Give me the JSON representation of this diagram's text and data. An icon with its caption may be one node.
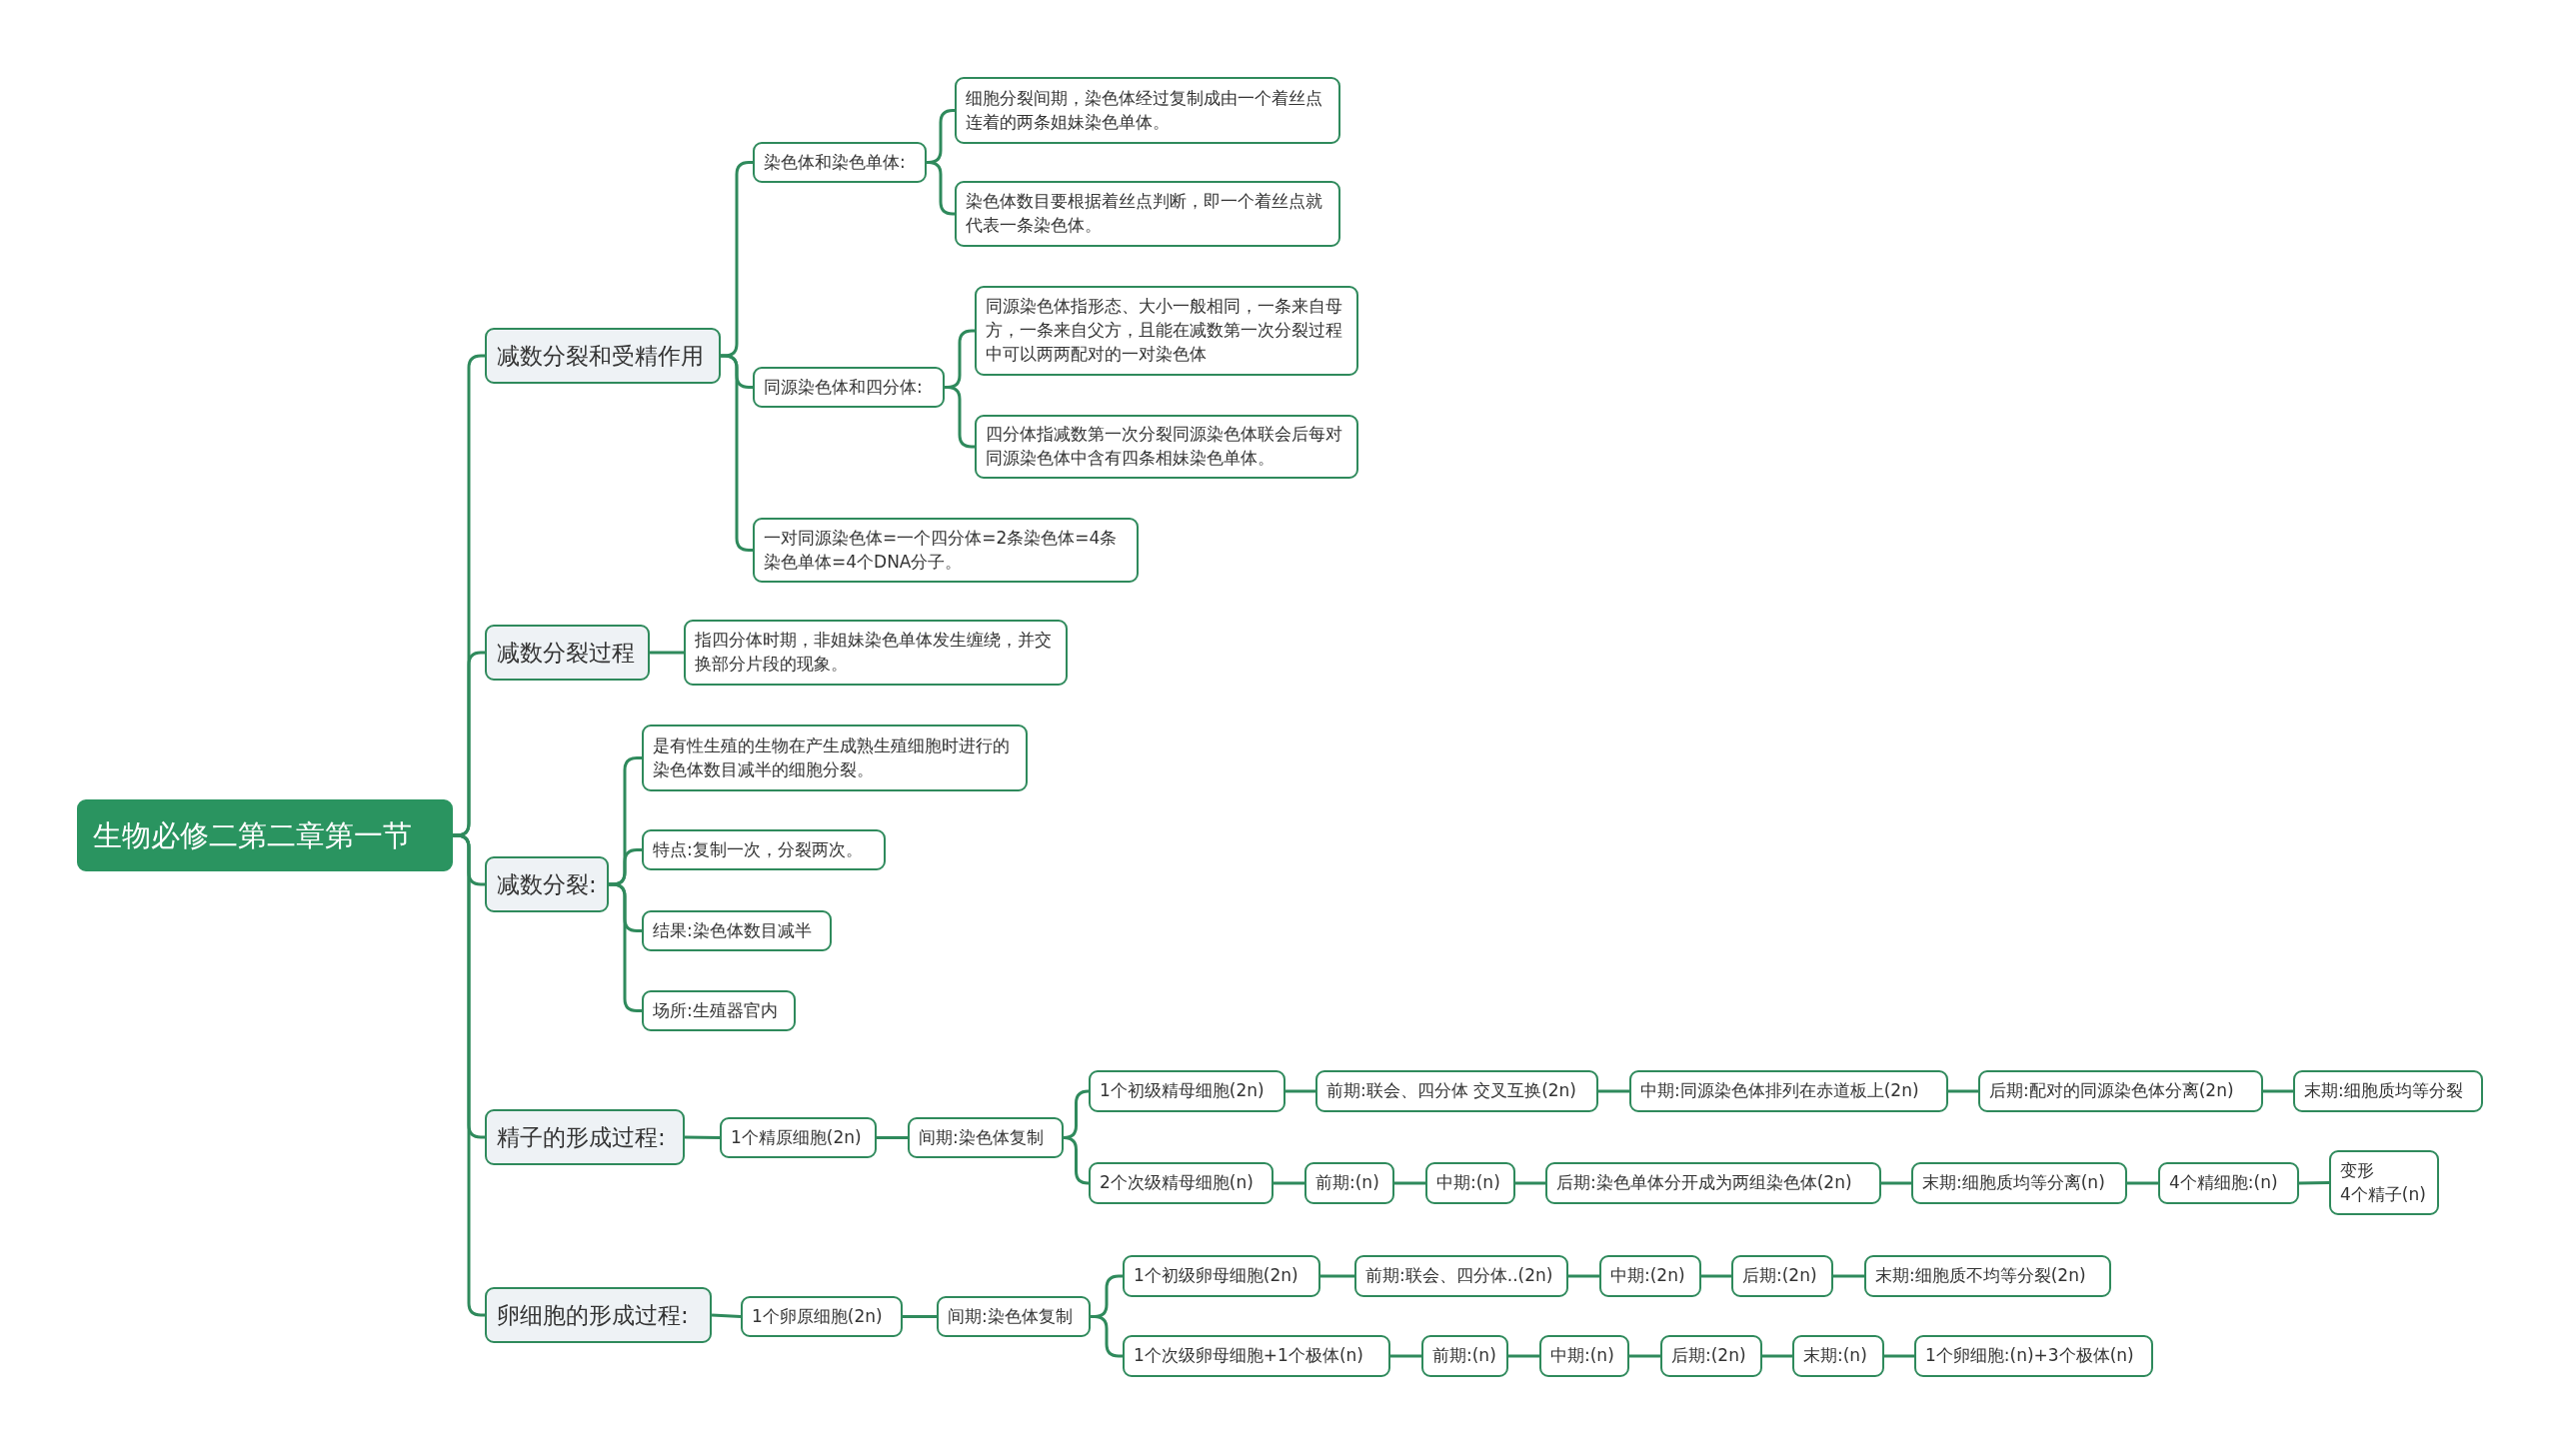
{
  "diagram": {
    "nodes": [
      {
        "text": [
          "生物必修二第二章第一节"
        ]
      },
      {
        "text": [
          "减数分裂和受精作用"
        ]
      },
      {
        "text": [
          "染色体和染色单体:"
        ]
      },
      {
        "text": [
          "细胞分裂间期，染色体经过复制成由一个着丝点连着的两条姐妹染色单体。"
        ]
      },
      {
        "text": [
          "染色体数目要根据着丝点判断，即一个着丝点就代表一条染色体。"
        ]
      },
      {
        "text": [
          "同源染色体和四分体:"
        ]
      },
      {
        "text": [
          "同源染色体指形态、大小一般相同，一条来自母方，一条来自父方，且能在减数第一次分裂过程中可以两两配对的一对染色体"
        ]
      },
      {
        "text": [
          "四分体指减数第一次分裂同源染色体联会后每对同源染色体中含有四条相妹染色单体。"
        ]
      },
      {
        "text": [
          "一对同源染色体=一个四分体=2条染色体=4条染色单体=4个DNA分子。"
        ]
      },
      {
        "text": [
          "减数分裂过程"
        ]
      },
      {
        "text": [
          "指四分体时期，非姐妹染色单体发生缠绕，并交换部分片段的现象。"
        ]
      },
      {
        "text": [
          "减数分裂:"
        ]
      },
      {
        "text": [
          "是有性生殖的生物在产生成熟生殖细胞时进行的染色体数目减半的细胞分裂。"
        ]
      },
      {
        "text": [
          "特点:复制一次，分裂两次。"
        ]
      },
      {
        "text": [
          "结果:染色体数目减半"
        ]
      },
      {
        "text": [
          "场所:生殖器官内"
        ]
      },
      {
        "text": [
          "精子的形成过程:"
        ]
      },
      {
        "text": [
          "1个精原细胞(2n)"
        ]
      },
      {
        "text": [
          "间期:染色体复制"
        ]
      },
      {
        "text": [
          "1个初级精母细胞(2n)"
        ]
      },
      {
        "text": [
          "前期:联会、四分体 交叉互换(2n)"
        ]
      },
      {
        "text": [
          "中期:同源染色体排列在赤道板上(2n)"
        ]
      },
      {
        "text": [
          "后期:配对的同源染色体分离(2n)"
        ]
      },
      {
        "text": [
          "末期:细胞质均等分裂"
        ]
      },
      {
        "text": [
          "2个次级精母细胞(n)"
        ]
      },
      {
        "text": [
          "前期:(n)"
        ]
      },
      {
        "text": [
          "中期:(n)"
        ]
      },
      {
        "text": [
          "后期:染色单体分开成为两组染色体(2n)"
        ]
      },
      {
        "text": [
          "末期:细胞质均等分离(n)"
        ]
      },
      {
        "text": [
          "4个精细胞:(n)"
        ]
      },
      {
        "text": [
          "变形",
          "4个精子(n)"
        ]
      },
      {
        "text": [
          "卵细胞的形成过程:"
        ]
      },
      {
        "text": [
          "1个卵原细胞(2n)"
        ]
      },
      {
        "text": [
          "间期:染色体复制"
        ]
      },
      {
        "text": [
          "1个初级卵母细胞(2n)"
        ]
      },
      {
        "text": [
          "前期:联会、四分体..(2n)"
        ]
      },
      {
        "text": [
          "中期:(2n)"
        ]
      },
      {
        "text": [
          "后期:(2n)"
        ]
      },
      {
        "text": [
          "末期:细胞质不均等分裂(2n)"
        ]
      },
      {
        "text": [
          "1个次级卵母细胞+1个极体(n)"
        ]
      },
      {
        "text": [
          "前期:(n)"
        ]
      },
      {
        "text": [
          "中期:(n)"
        ]
      },
      {
        "text": [
          "后期:(2n)"
        ]
      },
      {
        "text": [
          "末期:(n)"
        ]
      },
      {
        "text": [
          "1个卵细胞:(n)+3个极体(n)"
        ]
      }
    ],
    "edges": [
      {
        "from": 0,
        "to": 1,
        "arrow": "none"
      },
      {
        "from": 0,
        "to": 9,
        "arrow": "none"
      },
      {
        "from": 0,
        "to": 11,
        "arrow": "none"
      },
      {
        "from": 0,
        "to": 16,
        "arrow": "none"
      },
      {
        "from": 0,
        "to": 31,
        "arrow": "none"
      },
      {
        "from": 1,
        "to": 2,
        "arrow": "none"
      },
      {
        "from": 1,
        "to": 5,
        "arrow": "none"
      },
      {
        "from": 1,
        "to": 8,
        "arrow": "none"
      },
      {
        "from": 2,
        "to": 3,
        "arrow": "none"
      },
      {
        "from": 2,
        "to": 4,
        "arrow": "none"
      },
      {
        "from": 5,
        "to": 6,
        "arrow": "none"
      },
      {
        "from": 5,
        "to": 7,
        "arrow": "none"
      },
      {
        "from": 9,
        "to": 10,
        "arrow": "none"
      },
      {
        "from": 11,
        "to": 12,
        "arrow": "none"
      },
      {
        "from": 11,
        "to": 13,
        "arrow": "none"
      },
      {
        "from": 11,
        "to": 14,
        "arrow": "none"
      },
      {
        "from": 11,
        "to": 15,
        "arrow": "none"
      },
      {
        "from": 16,
        "to": 17,
        "arrow": "none"
      },
      {
        "from": 17,
        "to": 18,
        "arrow": "none"
      },
      {
        "from": 18,
        "to": 19,
        "arrow": "none"
      },
      {
        "from": 18,
        "to": 24,
        "arrow": "none"
      },
      {
        "from": 19,
        "to": 20,
        "arrow": "none"
      },
      {
        "from": 20,
        "to": 21,
        "arrow": "none"
      },
      {
        "from": 21,
        "to": 22,
        "arrow": "none"
      },
      {
        "from": 22,
        "to": 23,
        "arrow": "none"
      },
      {
        "from": 24,
        "to": 25,
        "arrow": "none"
      },
      {
        "from": 25,
        "to": 26,
        "arrow": "none"
      },
      {
        "from": 26,
        "to": 27,
        "arrow": "none"
      },
      {
        "from": 27,
        "to": 28,
        "arrow": "none"
      },
      {
        "from": 28,
        "to": 29,
        "arrow": "none"
      },
      {
        "from": 29,
        "to": 30,
        "arrow": "none"
      },
      {
        "from": 31,
        "to": 32,
        "arrow": "none"
      },
      {
        "from": 32,
        "to": 33,
        "arrow": "none"
      },
      {
        "from": 33,
        "to": 34,
        "arrow": "none"
      },
      {
        "from": 33,
        "to": 39,
        "arrow": "none"
      },
      {
        "from": 34,
        "to": 35,
        "arrow": "none"
      },
      {
        "from": 35,
        "to": 36,
        "arrow": "none"
      },
      {
        "from": 36,
        "to": 37,
        "arrow": "none"
      },
      {
        "from": 37,
        "to": 38,
        "arrow": "none"
      },
      {
        "from": 39,
        "to": 40,
        "arrow": "none"
      },
      {
        "from": 40,
        "to": 41,
        "arrow": "none"
      },
      {
        "from": 41,
        "to": 42,
        "arrow": "none"
      },
      {
        "from": 42,
        "to": 43,
        "arrow": "none"
      },
      {
        "from": 43,
        "to": 44,
        "arrow": "none"
      }
    ]
  }
}
